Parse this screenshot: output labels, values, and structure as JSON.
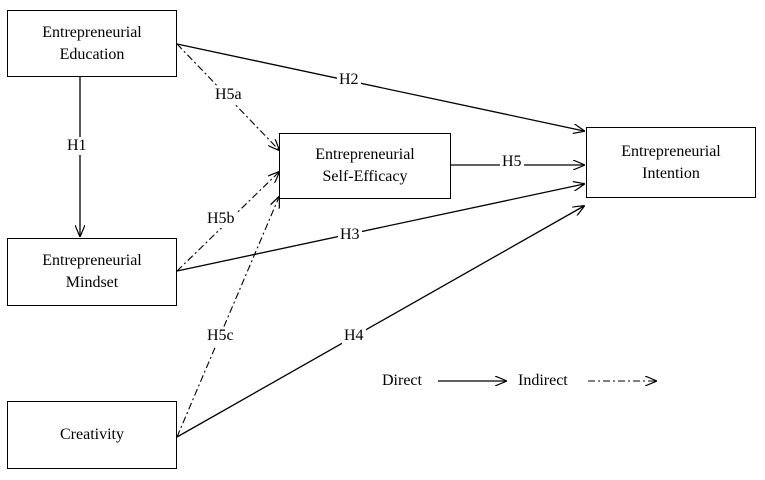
{
  "nodes": {
    "education": "Entrepreneurial\nEducation",
    "mindset": "Entrepreneurial\nMindset",
    "creativity": "Creativity",
    "self_efficacy": "Entrepreneurial\nSelf-Efficacy",
    "intention": "Entrepreneurial\nIntention"
  },
  "paths": {
    "h1": "H1",
    "h2": "H2",
    "h3": "H3",
    "h4": "H4",
    "h5": "H5",
    "h5a": "H5a",
    "h5b": "H5b",
    "h5c": "H5c"
  },
  "legend": {
    "direct": "Direct",
    "indirect": "Indirect"
  }
}
